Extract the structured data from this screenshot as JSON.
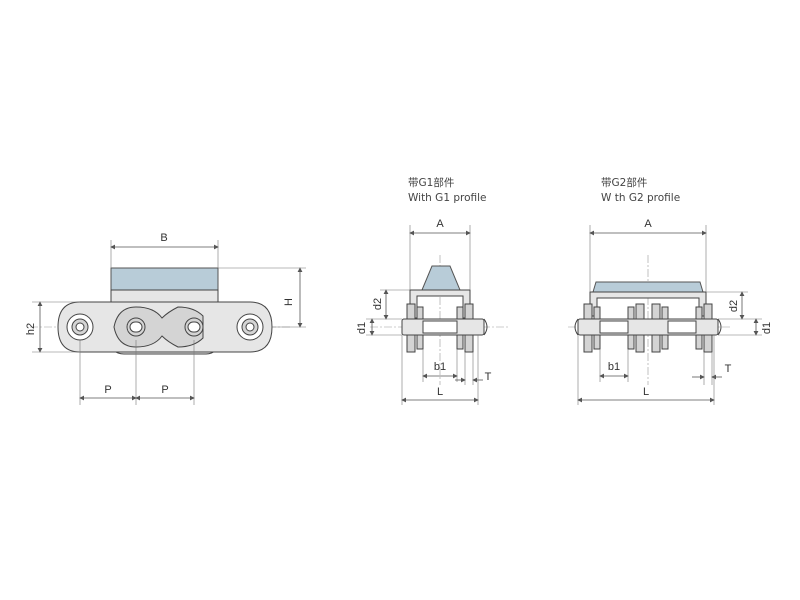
{
  "view1": {
    "labels": {
      "B": "B",
      "H": "H",
      "h2": "h2",
      "P1": "P",
      "P2": "P"
    }
  },
  "view2": {
    "caption_zh": "带G1部件",
    "caption_en": "With G1 profile",
    "labels": {
      "A": "A",
      "d2": "d2",
      "d1": "d1",
      "b1": "b1",
      "T": "T",
      "L": "L"
    }
  },
  "view3": {
    "caption_zh": "带G2部件",
    "caption_en": "W th G2 profile",
    "labels": {
      "A": "A",
      "d2": "d2",
      "d1": "d1",
      "b1": "b1",
      "T": "T",
      "L": "L"
    }
  },
  "colors": {
    "profile_top": "#b8ccd8",
    "plate": "#e6e6e6",
    "line": "#444444"
  }
}
